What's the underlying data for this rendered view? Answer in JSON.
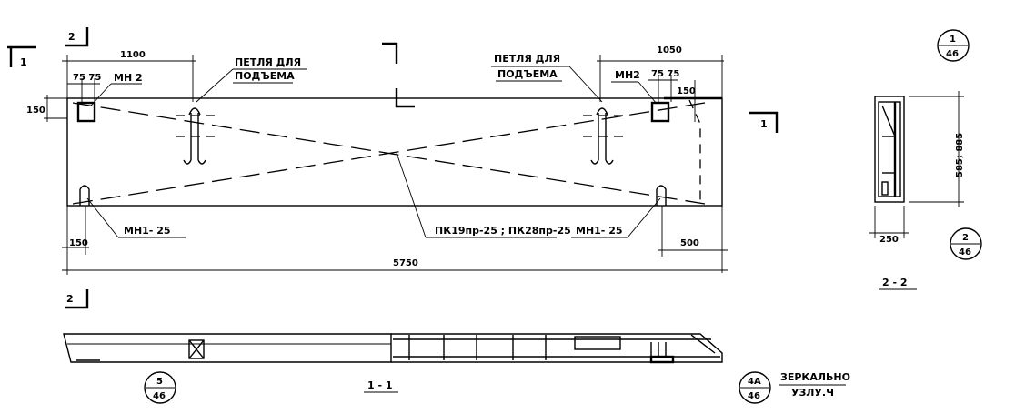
{
  "dimensions": {
    "d1100": "1100",
    "d1050": "1050",
    "d75_left": "75 75",
    "d75_right": "75 75",
    "d150_left_top": "150",
    "d150_right_top": "150",
    "d150_bottom": "150",
    "d500": "500",
    "d5750": "5750",
    "d250": "250",
    "d585": "585; 885"
  },
  "labels": {
    "lift_loop_left_1": "ПЕТЛЯ ДЛЯ",
    "lift_loop_left_2": "ПОДЪЕМА",
    "lift_loop_right_1": "ПЕТЛЯ ДЛЯ",
    "lift_loop_right_2": "ПОДЪЕМА",
    "mn2_left": "МН 2",
    "mn2_right": "МН2",
    "mn1_left": "МН1- 25",
    "mn1_right": "МН1- 25",
    "pk_frames": "ПК19пр-25 ; ПК28пр-25",
    "mirror_1": "ЗЕРКАЛЬНО",
    "mirror_2": "УЗЛУ.Ч"
  },
  "section_marks": {
    "sec1_left": "1",
    "sec1_right": "1",
    "sec2_top": "2",
    "sec2_bottom": "2",
    "view_1_1": "1 - 1",
    "view_2_2": "2 - 2"
  },
  "callouts": {
    "c1": {
      "top": "1",
      "bottom": "46"
    },
    "c2": {
      "top": "2",
      "bottom": "46"
    },
    "c5": {
      "top": "5",
      "bottom": "46"
    },
    "c4a": {
      "top": "4А",
      "bottom": "46"
    }
  }
}
